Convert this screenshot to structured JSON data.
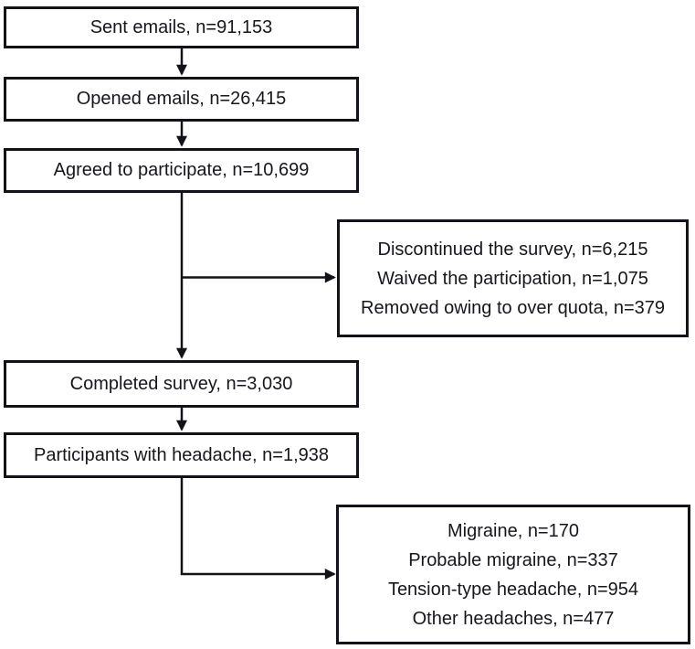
{
  "colors": {
    "line": "#121218",
    "text": "#16161d",
    "background": "#ffffff"
  },
  "flow": {
    "main_boxes": [
      {
        "label": "Sent emails, n=91,153"
      },
      {
        "label": "Opened emails, n=26,415"
      },
      {
        "label": "Agreed to participate, n=10,699"
      },
      {
        "label": "Completed survey, n=3,030"
      },
      {
        "label": "Participants with headache, n=1,938"
      }
    ],
    "side_boxes": [
      {
        "lines": [
          "Discontinued the survey, n=6,215",
          "Waived the participation, n=1,075",
          "Removed owing to over quota, n=379"
        ]
      },
      {
        "lines": [
          "Migraine, n=170",
          "Probable migraine, n=337",
          "Tension-type headache, n=954",
          "Other headaches, n=477"
        ]
      }
    ]
  }
}
